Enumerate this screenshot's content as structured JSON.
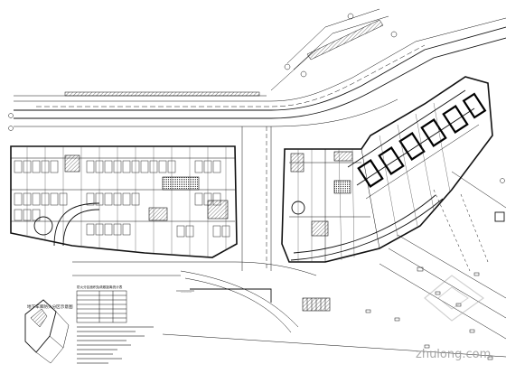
{
  "drawing": {
    "legend_title": "地下车库防火分区示意图",
    "table_title": "防火分区面积及疏散距离统计表",
    "watermark": "zhulong.com",
    "colors": {
      "line": "#111111",
      "background": "#ffffff",
      "watermark": "#9a9a9a"
    }
  }
}
